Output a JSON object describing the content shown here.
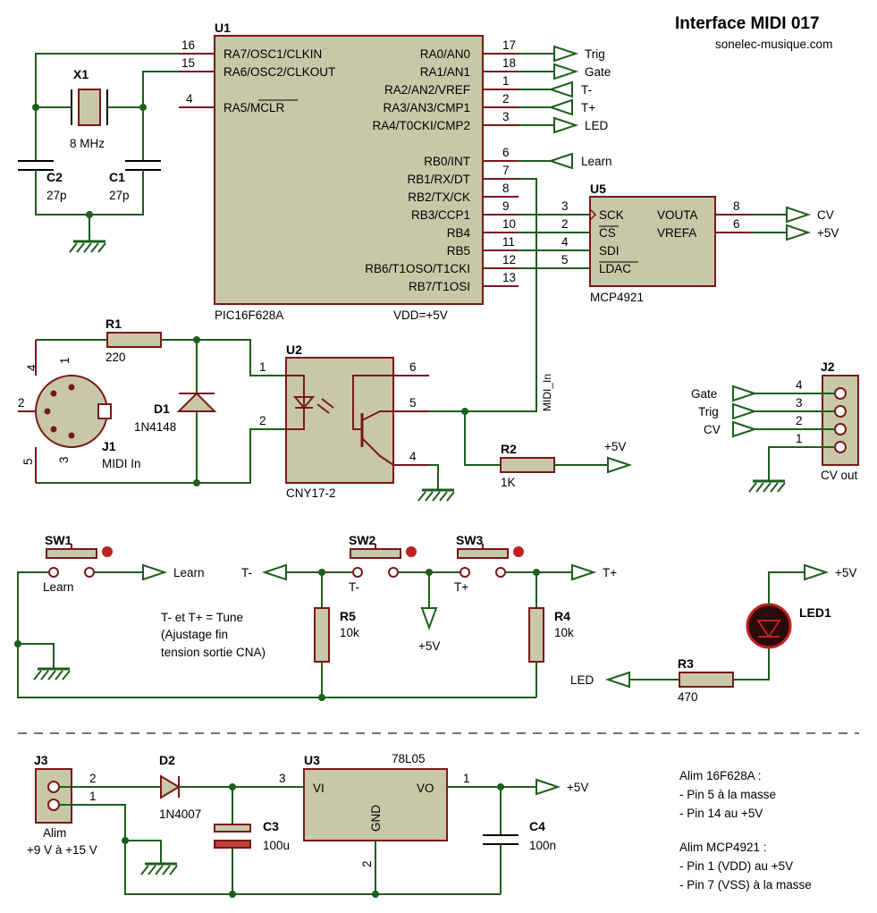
{
  "header": {
    "title": "Interface MIDI 017",
    "site": "sonelec-musique.com"
  },
  "u1": {
    "ref": "U1",
    "part": "PIC16F628A",
    "vdd": "VDD=+5V",
    "left_pins": [
      {
        "num": "16",
        "name": "RA7/OSC1/CLKIN"
      },
      {
        "num": "15",
        "name": "RA6/OSC2/CLKOUT"
      },
      {
        "num": "4",
        "name": "RA5/MCLR"
      }
    ],
    "right_pins": [
      {
        "num": "17",
        "name": "RA0/AN0"
      },
      {
        "num": "18",
        "name": "RA1/AN1"
      },
      {
        "num": "1",
        "name": "RA2/AN2/VREF"
      },
      {
        "num": "2",
        "name": "RA3/AN3/CMP1"
      },
      {
        "num": "3",
        "name": "RA4/T0CKI/CMP2"
      },
      {
        "num": "6",
        "name": "RB0/INT"
      },
      {
        "num": "7",
        "name": "RB1/RX/DT"
      },
      {
        "num": "8",
        "name": "RB2/TX/CK"
      },
      {
        "num": "9",
        "name": "RB3/CCP1"
      },
      {
        "num": "10",
        "name": "RB4"
      },
      {
        "num": "11",
        "name": "RB5"
      },
      {
        "num": "12",
        "name": "RB6/T1OSO/T1CKI"
      },
      {
        "num": "13",
        "name": "RB7/T1OSI"
      }
    ]
  },
  "u5": {
    "ref": "U5",
    "part": "MCP4921",
    "left_pins": [
      {
        "num": "3",
        "name": "SCK"
      },
      {
        "num": "2",
        "name": "CS"
      },
      {
        "num": "4",
        "name": "SDI"
      },
      {
        "num": "5",
        "name": "LDAC"
      }
    ],
    "right_pins": [
      {
        "num": "8",
        "name": "VOUTA"
      },
      {
        "num": "6",
        "name": "VREFA"
      }
    ]
  },
  "u2": {
    "ref": "U2",
    "part": "CNY17-2",
    "pins": [
      "1",
      "2",
      "6",
      "5",
      "4"
    ]
  },
  "u3": {
    "ref": "U3",
    "part": "78L05",
    "vi": "VI",
    "vo": "VO",
    "gnd": "GND",
    "pins": [
      "3",
      "1",
      "2"
    ]
  },
  "x1": {
    "ref": "X1",
    "value": "8 MHz"
  },
  "c1": {
    "ref": "C1",
    "value": "27p"
  },
  "c2": {
    "ref": "C2",
    "value": "27p"
  },
  "c3": {
    "ref": "C3",
    "value": "100u"
  },
  "c4": {
    "ref": "C4",
    "value": "100n"
  },
  "r1": {
    "ref": "R1",
    "value": "220"
  },
  "r2": {
    "ref": "R2",
    "value": "1K"
  },
  "r3": {
    "ref": "R3",
    "value": "470"
  },
  "r4": {
    "ref": "R4",
    "value": "10k"
  },
  "r5": {
    "ref": "R5",
    "value": "10k"
  },
  "d1": {
    "ref": "D1",
    "value": "1N4148"
  },
  "d2": {
    "ref": "D2",
    "value": "1N4007"
  },
  "led1": {
    "ref": "LED1"
  },
  "j1": {
    "ref": "J1",
    "value": "MIDI In",
    "pins": [
      "4",
      "1",
      "2",
      "5",
      "3"
    ]
  },
  "j2": {
    "ref": "J2",
    "value": "CV out",
    "pins": [
      "4",
      "3",
      "2",
      "1"
    ]
  },
  "j3": {
    "ref": "J3",
    "value": "Alim",
    "range": "+9 V à +15 V",
    "pins": [
      "2",
      "1"
    ]
  },
  "sw1": {
    "ref": "SW1",
    "label": "Learn"
  },
  "sw2": {
    "ref": "SW2",
    "label": "T-"
  },
  "sw3": {
    "ref": "SW3",
    "label": "T+"
  },
  "net_labels": {
    "trig": "Trig",
    "gate": "Gate",
    "tminus": "T-",
    "tplus": "T+",
    "led": "LED",
    "learn": "Learn",
    "cv": "CV",
    "v5": "+5V",
    "midi_in": "MIDI_In"
  },
  "notes": {
    "tune": [
      "T- et T+ = Tune",
      "(Ajustage fin",
      "tension sortie CNA)"
    ],
    "power": [
      "Alim 16F628A :",
      "- Pin 5 à la masse",
      "- Pin 14 au +5V",
      "",
      "Alim MCP4921 :",
      "- Pin 1 (VDD) au +5V",
      "- Pin 7 (VSS) à la masse"
    ]
  }
}
